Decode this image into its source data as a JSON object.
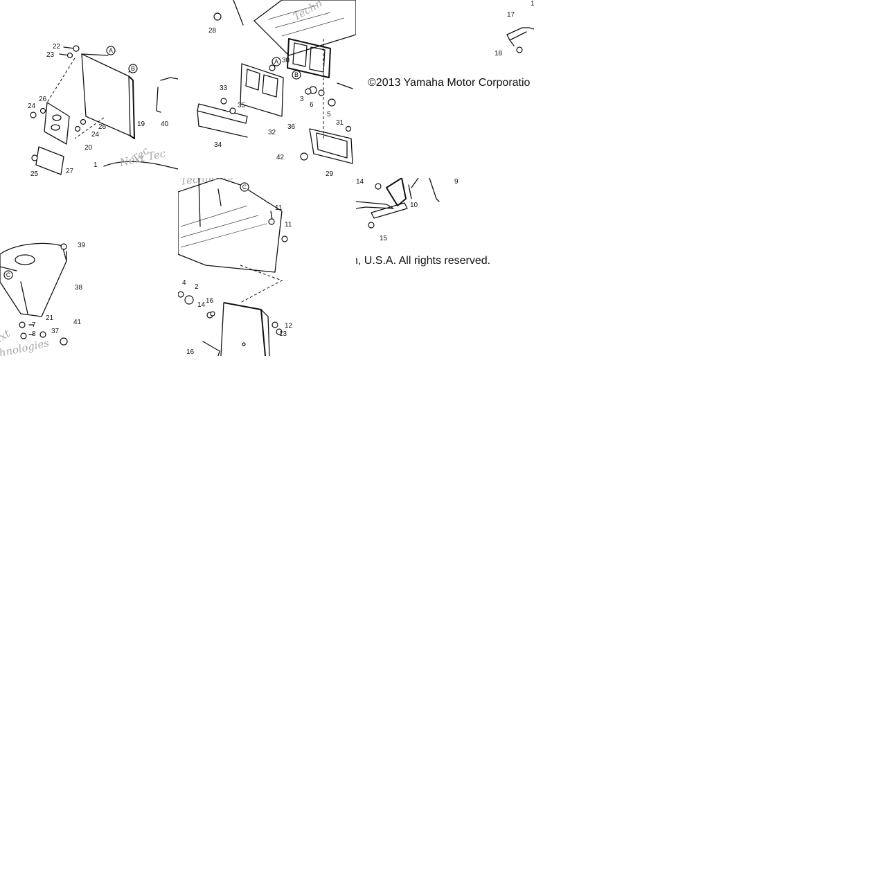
{
  "copyright": {
    "line1": "©2013 Yamaha Motor Corporatio",
    "line2": "n, U.S.A. All rights reserved."
  },
  "watermarks": [
    "Techn",
    "Next Tec",
    "Next Technologies",
    "Technologies",
    "ext",
    "hnologies"
  ],
  "callout_letters": [
    "A",
    "B",
    "C"
  ],
  "part_numbers": [
    "1",
    "2",
    "3",
    "4",
    "5",
    "6",
    "7",
    "8",
    "9",
    "10",
    "11",
    "12",
    "13",
    "14",
    "15",
    "16",
    "17",
    "18",
    "19",
    "20",
    "21",
    "22",
    "23",
    "24",
    "25",
    "26",
    "27",
    "28",
    "29",
    "30",
    "31",
    "32",
    "33",
    "34",
    "35",
    "36",
    "37",
    "38",
    "39",
    "40",
    "41",
    "42"
  ]
}
